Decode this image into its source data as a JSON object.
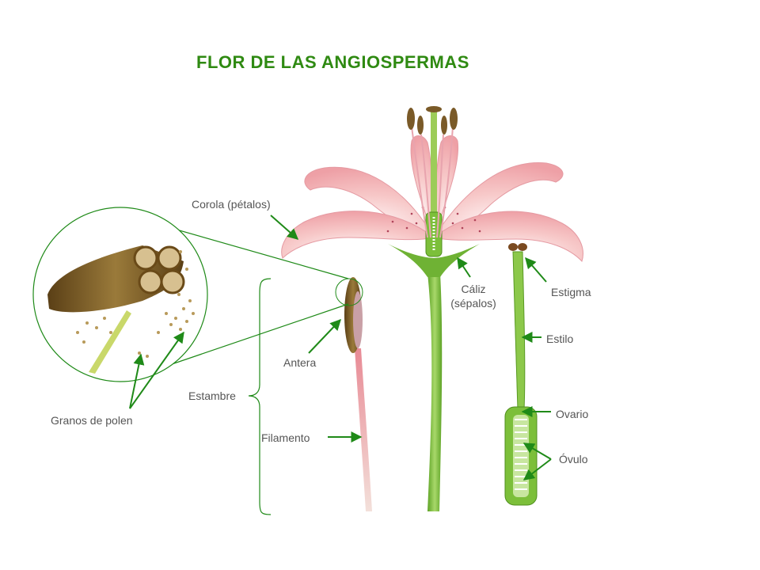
{
  "title": "FLOR DE LAS ANGIOSPERMAS",
  "labels": {
    "corola": "Corola  (pétalos)",
    "caliz_1": "Cáliz",
    "caliz_2": "(sépalos)",
    "estigma": "Estigma",
    "estilo": "Estilo",
    "ovario": "Ovario",
    "ovulo": "Óvulo",
    "antera": "Antera",
    "estambre": "Estambre",
    "filamento": "Filamento",
    "granos": "Granos de polen"
  },
  "colors": {
    "title": "#2f8a12",
    "pointer": "#1f8a18",
    "label": "#555555",
    "stem": "#7cbf3a",
    "petal": "#f2b8b8",
    "anther": "#7a5a28"
  }
}
